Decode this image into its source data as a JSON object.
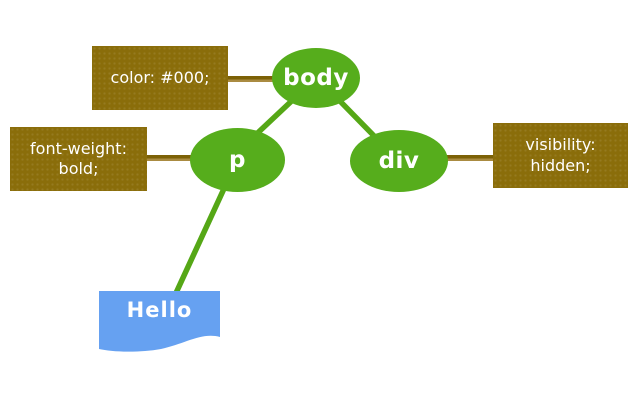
{
  "diagram": {
    "description": "DOM tree with CSS rules applied to element nodes",
    "nodes": {
      "body": {
        "label": "body",
        "type": "element-node"
      },
      "p": {
        "label": "p",
        "type": "element-node"
      },
      "div": {
        "label": "div",
        "type": "element-node"
      },
      "hello": {
        "label": "Hello",
        "type": "text-node"
      }
    },
    "style_boxes": {
      "color": {
        "label": "color: #000;",
        "attached_to": "body"
      },
      "font_weight": {
        "label": "font-weight: bold;",
        "attached_to": "p"
      },
      "visibility": {
        "label": "visibility: hidden;",
        "attached_to": "div"
      }
    },
    "edges": [
      {
        "from": "body",
        "to": "p",
        "color": "#55a716"
      },
      {
        "from": "body",
        "to": "div",
        "color": "#55a716"
      },
      {
        "from": "p",
        "to": "hello",
        "color": "#55a716"
      },
      {
        "from": "color_box",
        "to": "body",
        "color": "#7c6106"
      },
      {
        "from": "font_weight_box",
        "to": "p",
        "color": "#7c6106"
      },
      {
        "from": "div",
        "to": "visibility_box",
        "color": "#7c6106"
      }
    ],
    "colors": {
      "element_node_fill": "#56ad1c",
      "style_box_fill": "#8a6d0a",
      "text_node_fill": "#66a1f1",
      "green_edge": "#55a716",
      "brown_edge_dark": "#7c6106",
      "brown_edge_light": "#aa8b41",
      "label_text": "#ffffff",
      "background": "#ffffff"
    }
  }
}
